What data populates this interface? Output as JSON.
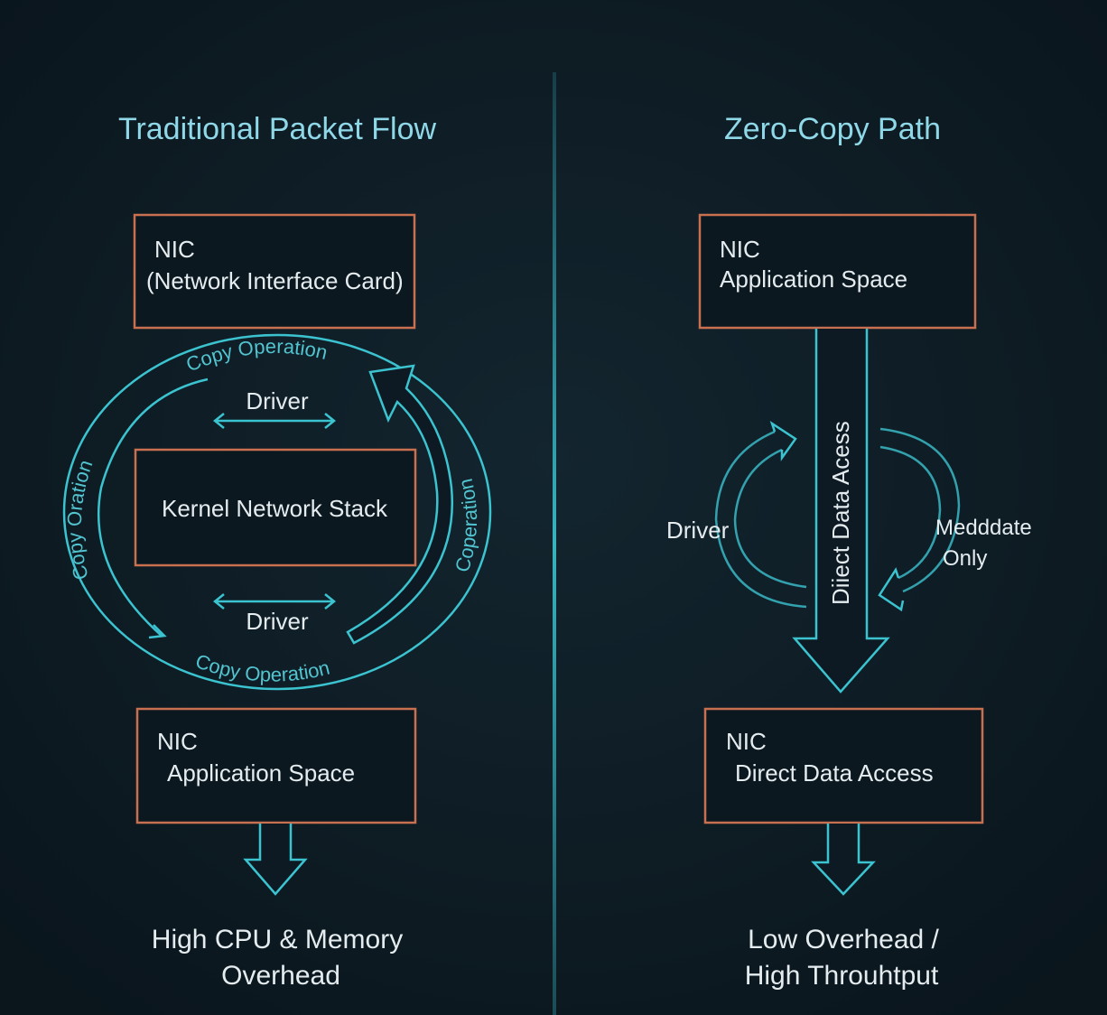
{
  "left": {
    "title": "Traditional Packet Flow",
    "top_box": {
      "line1": "NIC",
      "line2": "(Network Interface Card)"
    },
    "middle_box": "Kernel Network Stack",
    "bottom_box": {
      "line1": "NIC",
      "line2": "Application Space"
    },
    "driver_top": "Driver",
    "driver_bottom": "Driver",
    "copy_top": "Copy Operation",
    "copy_bottom": "Copy Operation",
    "copy_left": "Copy Oration",
    "copy_right": "Coperation",
    "result": {
      "line1": "High CPU & Memory",
      "line2": "Overhead"
    }
  },
  "right": {
    "title": "Zero-Copy Path",
    "top_box": {
      "line1": "NIC",
      "line2": "Application Space"
    },
    "arrow_label": "Diiect Data Acess",
    "driver": "Driver",
    "metadata": {
      "line1": "Medddate",
      "line2": "Only"
    },
    "bottom_box": {
      "line1": "NIC",
      "line2": "Direct Data Access"
    },
    "result": {
      "line1": "Low Overhead /",
      "line2": "High Throuhtput"
    }
  },
  "colors": {
    "background": "#0d1a23",
    "accent": "#3cc3d0",
    "box_border": "#c8704f",
    "title": "#8fd8e8"
  }
}
